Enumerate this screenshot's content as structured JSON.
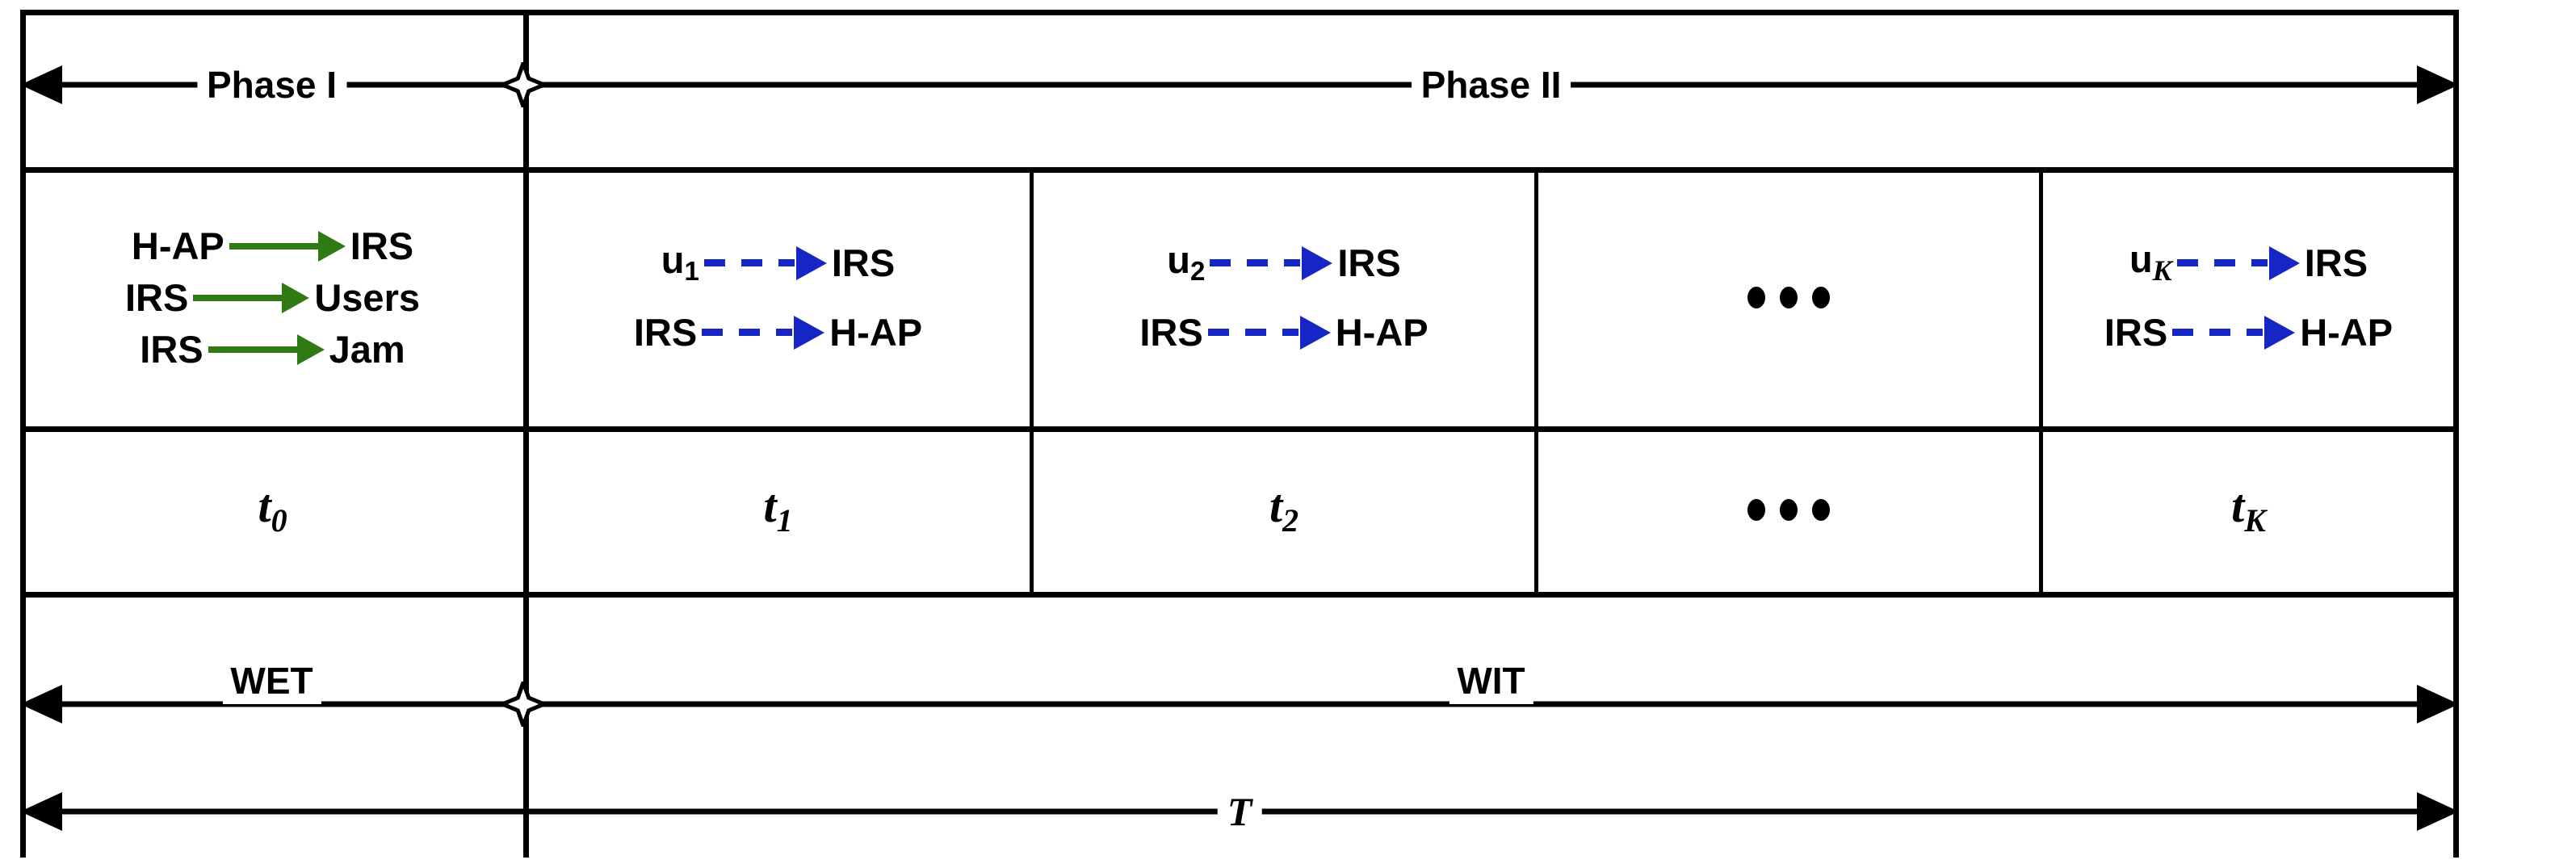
{
  "diagram": {
    "title": "IRS-assisted wireless powered communication frame structure",
    "colors": {
      "line": "#000000",
      "wet_arrow": "#2f7a13",
      "wit_arrow": "#1526c4",
      "background": "#ffffff"
    },
    "phase_bar": {
      "phase1": "Phase I",
      "phase2": "Phase II"
    },
    "columns": [
      {
        "id": "t0",
        "slot_label": "t",
        "slot_sub": "0",
        "flows": [
          {
            "from": "H-AP",
            "arrow": "solid-green-arrow",
            "to": "IRS"
          },
          {
            "from": "IRS",
            "arrow": "solid-green-arrow",
            "to": "Users"
          },
          {
            "from": "IRS",
            "arrow": "solid-green-arrow",
            "to": "Jam"
          }
        ]
      },
      {
        "id": "t1",
        "slot_label": "t",
        "slot_sub": "1",
        "flows": [
          {
            "from": "u",
            "from_sub": "1",
            "arrow": "dashed-blue-arrow",
            "to": "IRS"
          },
          {
            "from": "IRS",
            "arrow": "dashed-blue-arrow",
            "to": "H-AP"
          }
        ]
      },
      {
        "id": "t2",
        "slot_label": "t",
        "slot_sub": "2",
        "flows": [
          {
            "from": "u",
            "from_sub": "2",
            "arrow": "dashed-blue-arrow",
            "to": "IRS"
          },
          {
            "from": "IRS",
            "arrow": "dashed-blue-arrow",
            "to": "H-AP"
          }
        ]
      },
      {
        "id": "ellipsis",
        "slot_label": "•••",
        "flows": [],
        "ellipsis": true
      },
      {
        "id": "tK",
        "slot_label": "t",
        "slot_sub": "K",
        "slot_sub_italic": true,
        "flows": [
          {
            "from": "u",
            "from_sub": "K",
            "from_sub_italic": true,
            "arrow": "dashed-blue-arrow",
            "to": "IRS"
          },
          {
            "from": "IRS",
            "arrow": "dashed-blue-arrow",
            "to": "H-AP"
          }
        ]
      }
    ],
    "transfer_bar": {
      "wet": "WET",
      "wit": "WIT"
    },
    "total_bar": {
      "label": "T"
    }
  }
}
